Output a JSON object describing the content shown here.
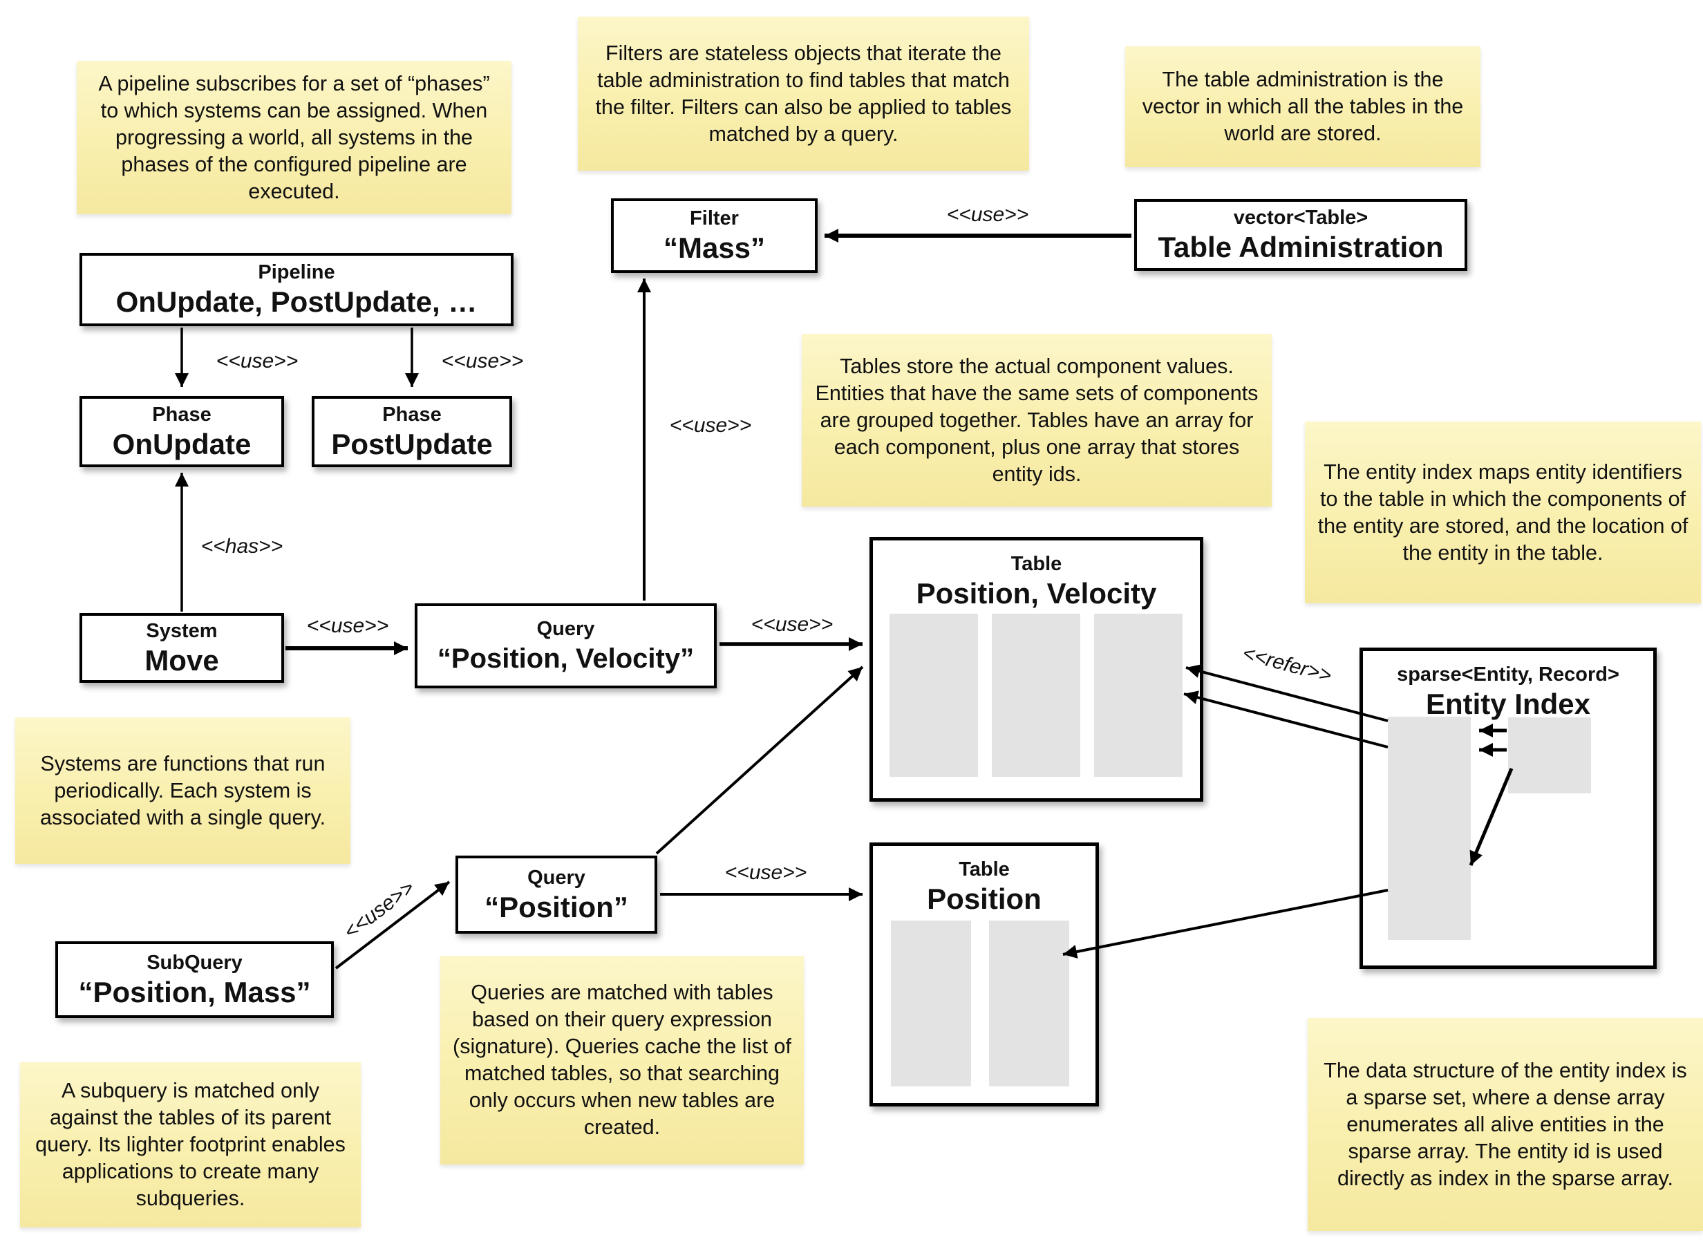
{
  "notes": {
    "pipeline": "A pipeline subscribes for a set of “phases” to which systems can be assigned. When progressing a world, all systems in the phases of the configured pipeline are executed.",
    "filters": "Filters are stateless objects that iterate the table administration to find tables that match the filter. Filters can also be applied to tables matched by a query.",
    "table_admin": "The table administration is the vector in which all the tables in the world are stored.",
    "tables": "Tables store the actual component values. Entities that have the same sets of components are grouped together. Tables have an array for each component, plus one array that stores entity ids.",
    "entity_index": "The entity index maps entity identifiers to the table in which the components of the entity are stored, and the location of the entity in the table.",
    "systems": "Systems are functions that run periodically. Each system is associated with a single query.",
    "queries": "Queries are matched with tables based on their query expression (signature). Queries cache the list of matched tables, so that searching only occurs when new tables are created.",
    "subquery": "A subquery is matched only against the tables of its parent query. Its lighter footprint enables applications to create many subqueries.",
    "sparse_set": "The data structure of the entity index is a sparse set, where a dense array enumerates all alive entities in the sparse array. The entity id is used directly as index in the sparse array."
  },
  "boxes": {
    "pipeline": {
      "type": "Pipeline",
      "value": "OnUpdate, PostUpdate, …"
    },
    "phase_onupdate": {
      "type": "Phase",
      "value": "OnUpdate"
    },
    "phase_postupdate": {
      "type": "Phase",
      "value": "PostUpdate"
    },
    "filter": {
      "type": "Filter",
      "value": "“Mass”"
    },
    "table_administration": {
      "type": "vector<Table>",
      "value": "Table Administration"
    },
    "system_move": {
      "type": "System",
      "value": "Move"
    },
    "query_position_velocity": {
      "type": "Query",
      "value": "“Position, Velocity”"
    },
    "table_position_velocity": {
      "type": "Table",
      "value": "Position, Velocity"
    },
    "entity_index": {
      "type": "sparse<Entity, Record>",
      "value": "Entity Index"
    },
    "query_position": {
      "type": "Query",
      "value": "“Position”"
    },
    "subquery_position_mass": {
      "type": "SubQuery",
      "value": "“Position, Mass”"
    },
    "table_position": {
      "type": "Table",
      "value": "Position"
    }
  },
  "edge_labels": {
    "use": "<<use>>",
    "has": "<<has>>",
    "refer": "<<refer>>"
  },
  "colors": {
    "note_fill": "#f9efae",
    "box_border": "#000000",
    "array_fill": "#e3e3e3",
    "background": "#ffffff"
  }
}
